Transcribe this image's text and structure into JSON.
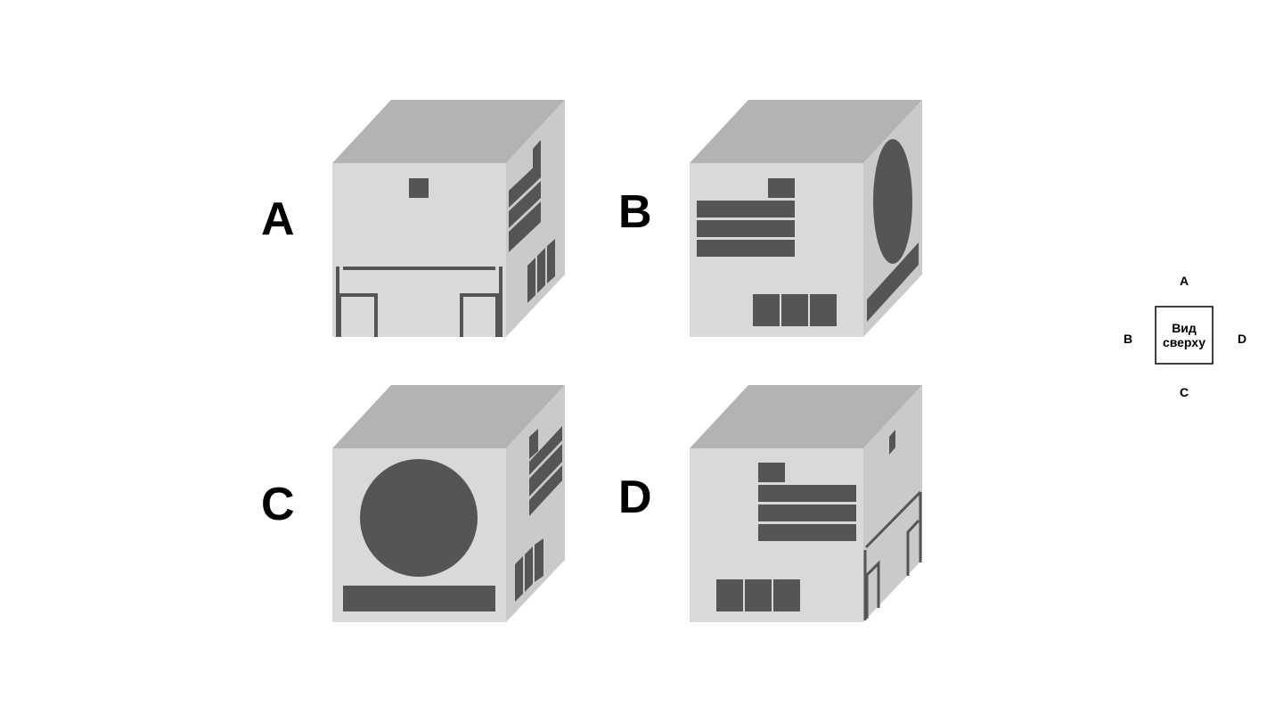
{
  "colors": {
    "background": "#ffffff",
    "cube_top": "#b3b3b3",
    "cube_front": "#d9d9d9",
    "cube_side": "#cacaca",
    "feature": "#555555",
    "text": "#000000"
  },
  "panels": [
    {
      "id": "A",
      "label": "A"
    },
    {
      "id": "B",
      "label": "B"
    },
    {
      "id": "C",
      "label": "C"
    },
    {
      "id": "D",
      "label": "D"
    }
  ],
  "compass": {
    "top": "A",
    "left": "B",
    "right": "D",
    "bottom": "C",
    "center_line1": "Вид",
    "center_line2": "сверху"
  }
}
